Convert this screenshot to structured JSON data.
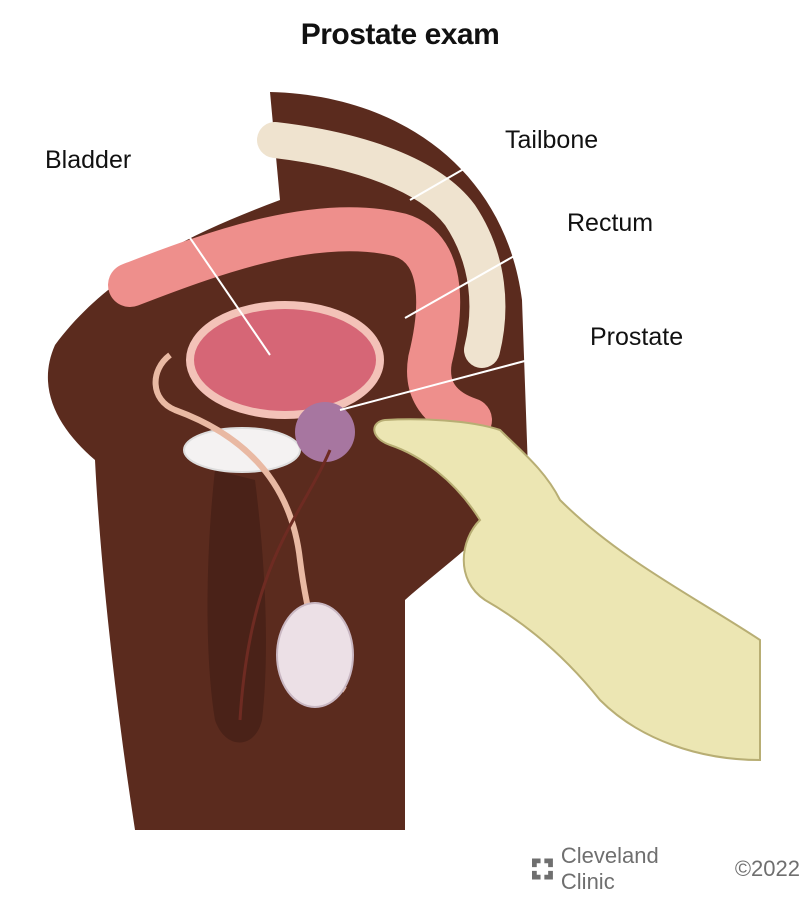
{
  "title": "Prostate exam",
  "labels": {
    "bladder": "Bladder",
    "tailbone": "Tailbone",
    "rectum": "Rectum",
    "prostate": "Prostate"
  },
  "footer": {
    "brand": "Cleveland Clinic",
    "copyright": "©2022"
  },
  "colors": {
    "skin": "#5b2b1e",
    "rectum": "#ee8f8c",
    "bladder": "#d66676",
    "prostate": "#a776a0",
    "bone": "#efe3cf",
    "glove": "#ece6b3"
  }
}
